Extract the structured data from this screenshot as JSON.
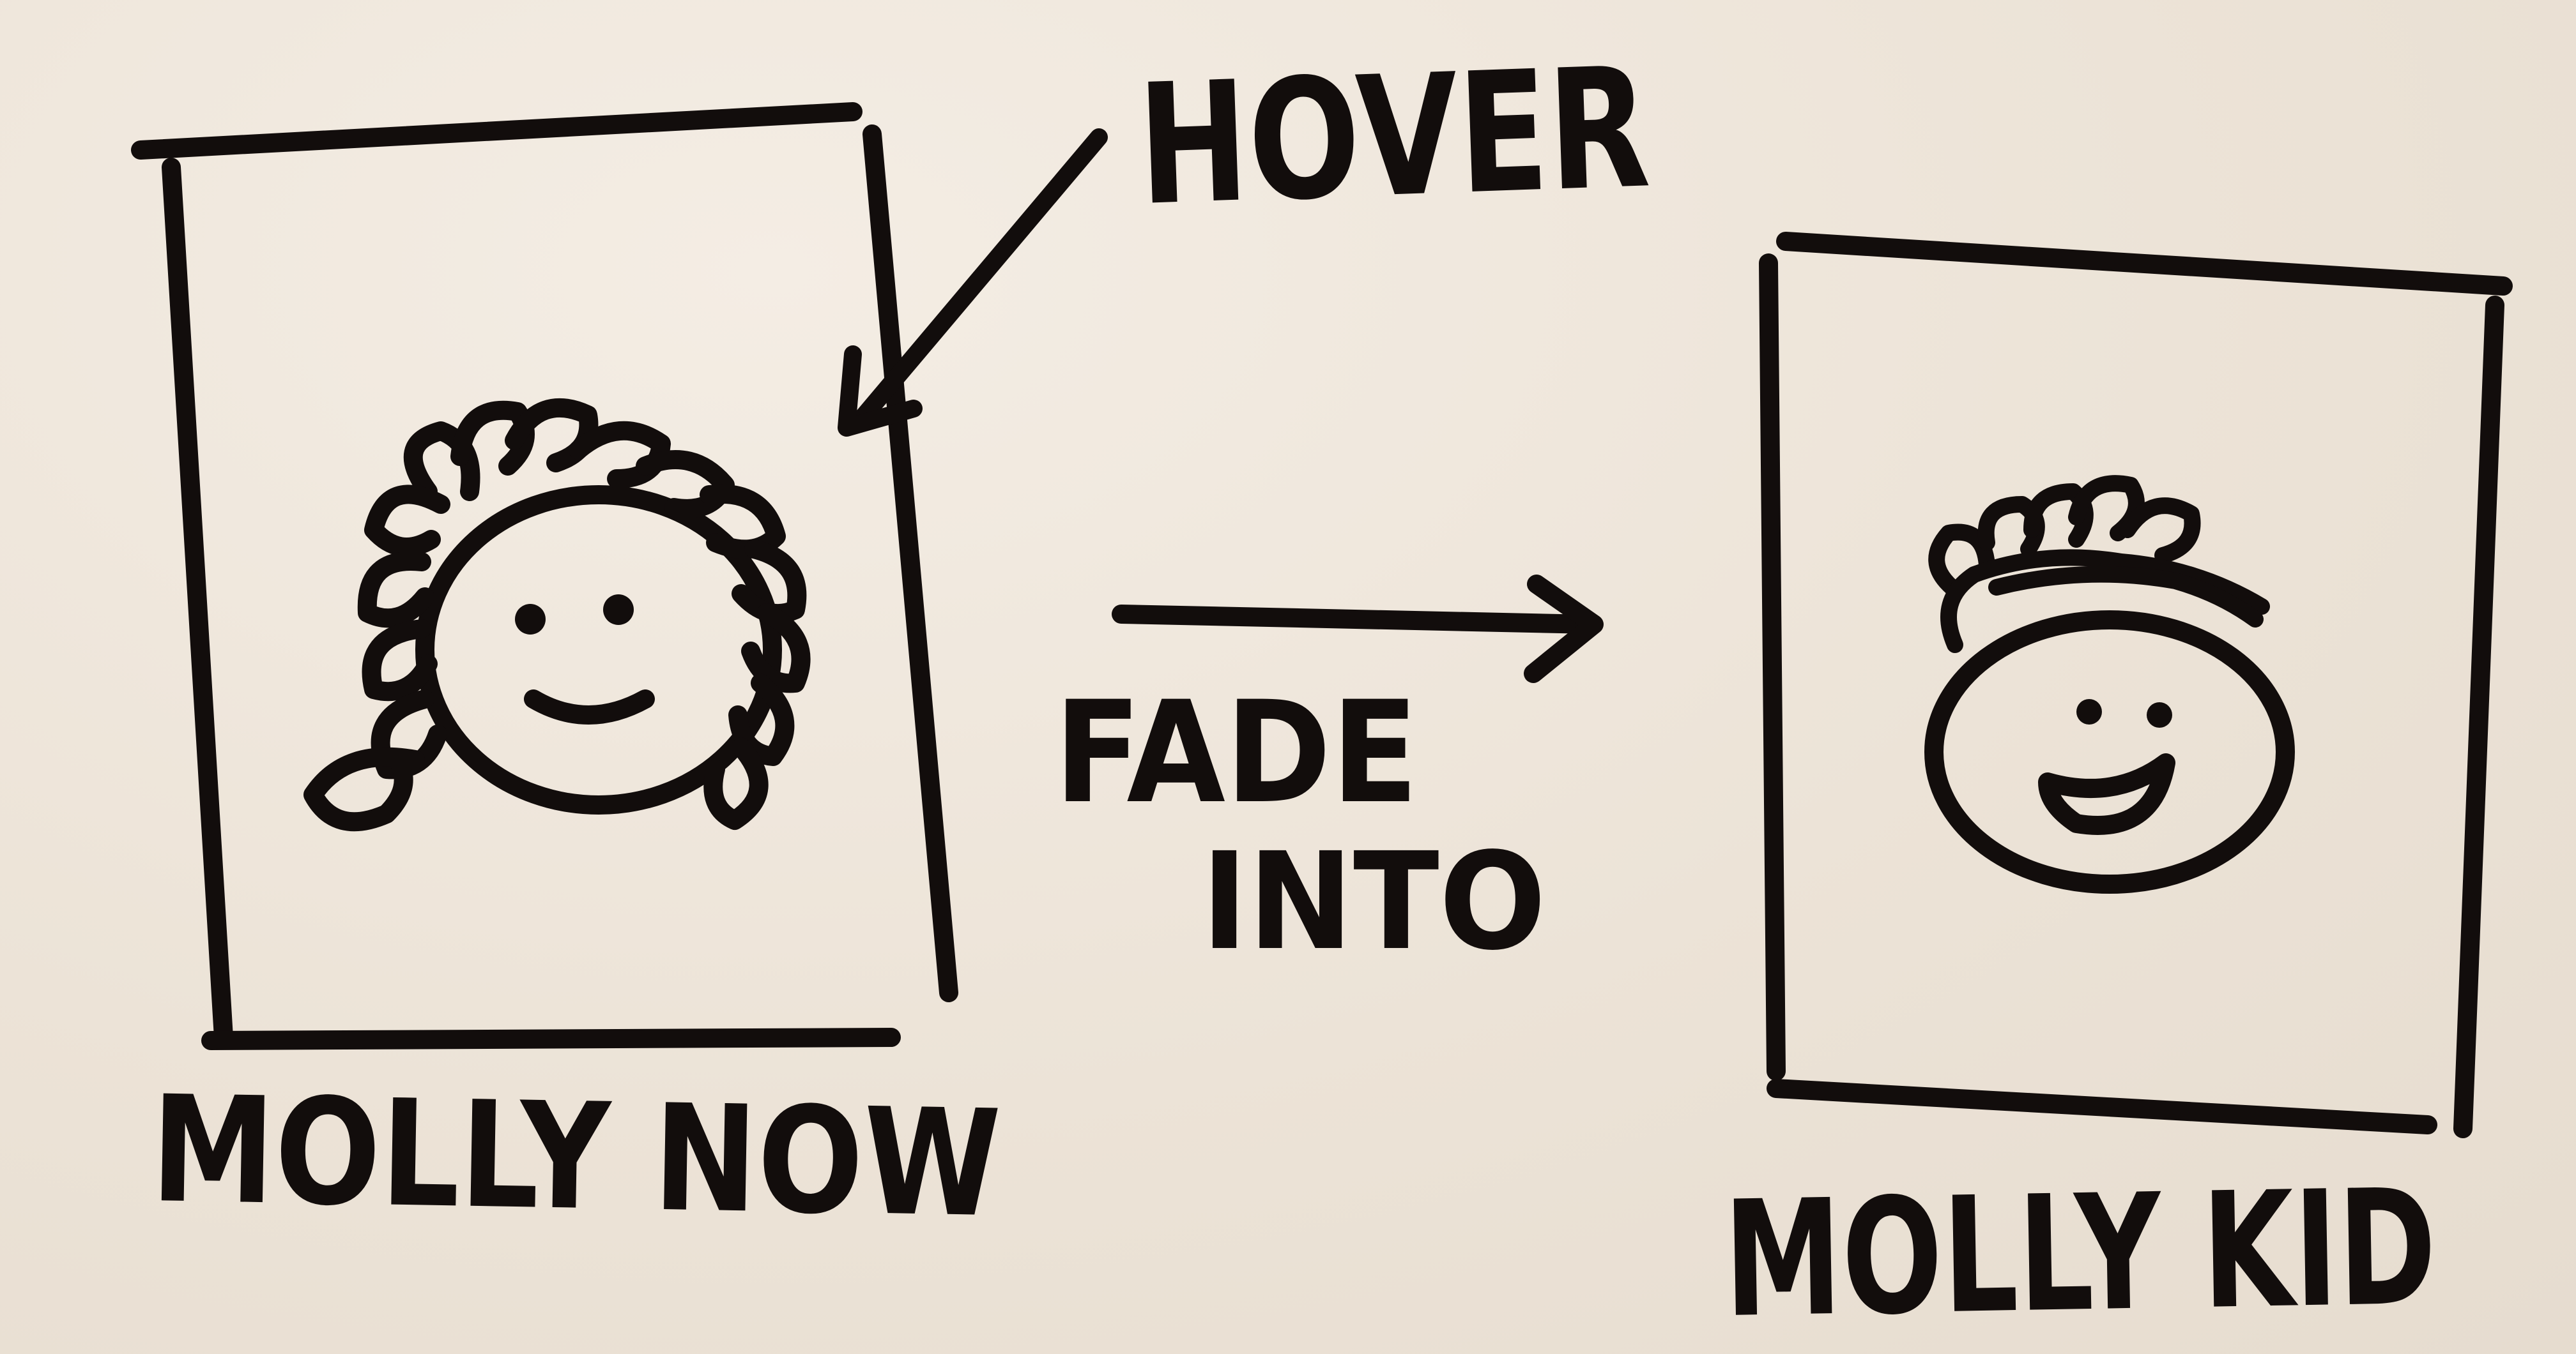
{
  "labels": {
    "hover": "HOVER",
    "fade_line1": "FADE",
    "fade_line2": "INTO",
    "left_caption": "MOLLY NOW",
    "right_caption": "MOLLY KID"
  },
  "colors": {
    "paper": "#efe7dc",
    "ink": "#120d0c"
  }
}
